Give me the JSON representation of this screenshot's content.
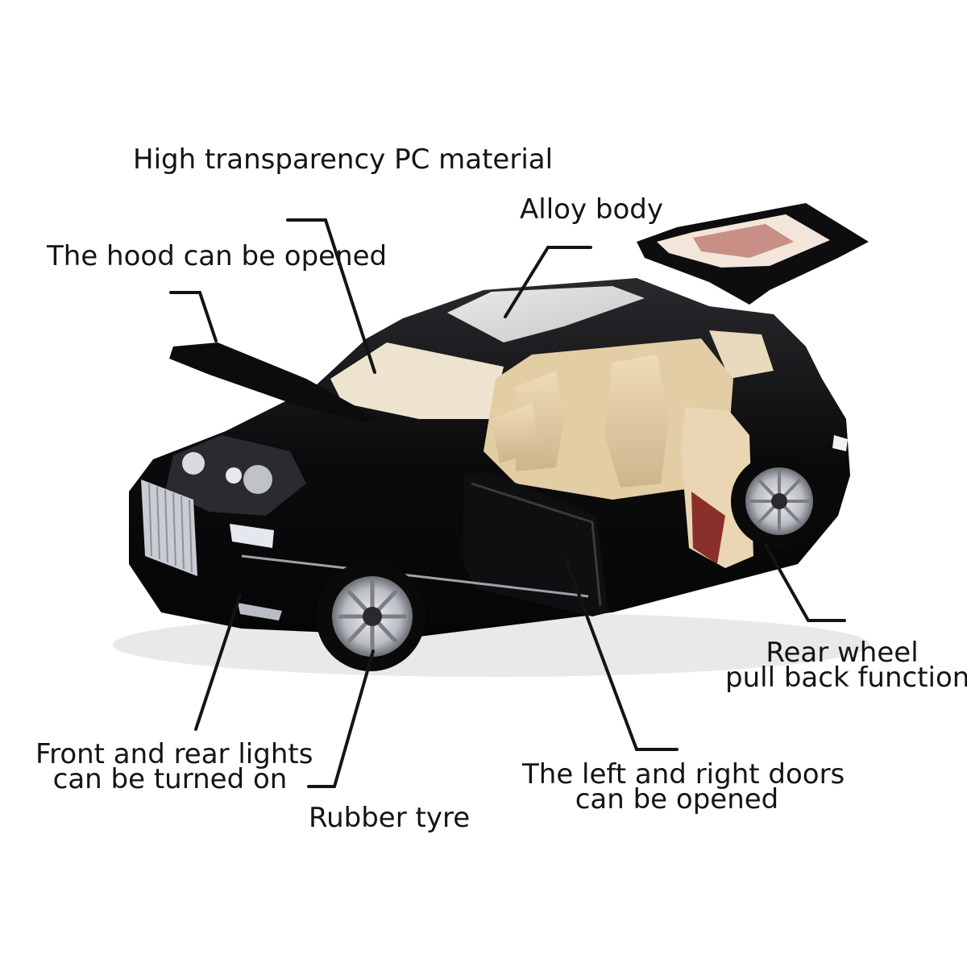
{
  "product": {
    "subject": "Black 1:24 diecast luxury SUV model with hood, doors and tailgate open"
  },
  "callouts": {
    "pc_material": "High transparency PC material",
    "alloy_body": "Alloy body",
    "hood": "The hood can be opened",
    "rear_wheel_line1": "Rear wheel",
    "rear_wheel_line2": "pull back function",
    "lights_line1": "Front and rear lights",
    "lights_line2": "can be turned on",
    "doors_line1": "The left and right doors",
    "doors_line2": "can be opened",
    "tyre": "Rubber tyre"
  },
  "colors": {
    "body": "#0d0d0f",
    "interior": "#e6cfa8",
    "chrome": "#c9ccd2",
    "text": "#141414",
    "background": "#ffffff"
  }
}
